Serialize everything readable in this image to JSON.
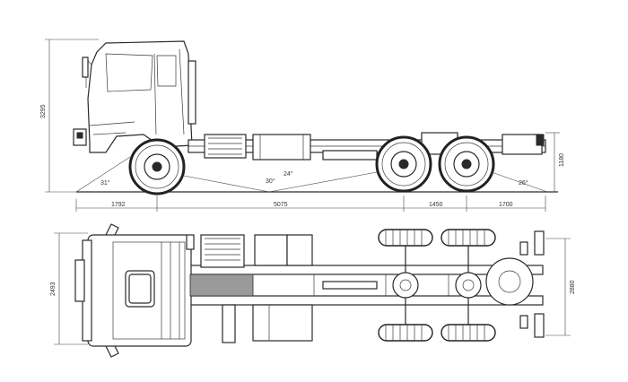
{
  "dimensions": {
    "overall_height": "3295",
    "front_overhang": "1792",
    "wheelbase": "5075",
    "rear_axle_spacing": "1450",
    "rear_overhang": "1700",
    "frame_height": "1180",
    "approach_angle": "31°",
    "departure_angle": "26°",
    "mid_angle_a": "30°",
    "mid_angle_b": "24°",
    "overall_width": "2493",
    "rear_track": "2880"
  }
}
